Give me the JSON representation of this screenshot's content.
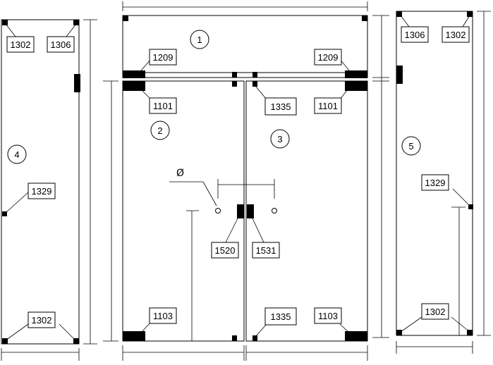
{
  "panels": {
    "p1": "1",
    "p2": "2",
    "p3": "3",
    "p4": "4",
    "p5": "5"
  },
  "labels": {
    "l4_top_left": "1302",
    "l4_top_right": "1306",
    "l4_mid": "1329",
    "l4_bottom": "1302",
    "l1_left": "1209",
    "l1_right": "1209",
    "l2_top": "1101",
    "l2_bottom": "1103",
    "l2_handle": "1520",
    "l3_top_left": "1335",
    "l3_top_right": "1101",
    "l3_handle": "1531",
    "l3_bottom_left": "1335",
    "l3_bottom_right": "1103",
    "l5_top_left": "1306",
    "l5_top_right": "1302",
    "l5_mid": "1329",
    "l5_bottom": "1302"
  },
  "diameter_symbol": "Ø"
}
